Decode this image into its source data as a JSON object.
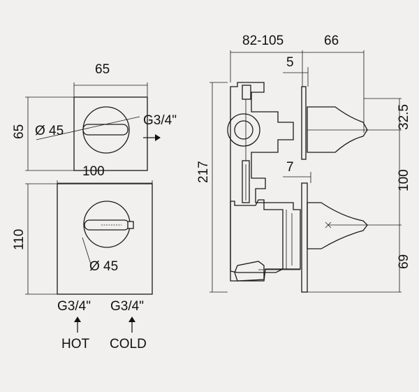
{
  "front_small": {
    "width": "65",
    "height": "65",
    "diameter": "Ø 45",
    "outlet": "G3/4\""
  },
  "front_large": {
    "width": "100",
    "height": "110",
    "diameter": "Ø 45"
  },
  "inlets": [
    {
      "thread": "G3/4\"",
      "label": "HOT"
    },
    {
      "thread": "G3/4\"",
      "label": "COLD"
    }
  ],
  "side": {
    "depth_range": "82-105",
    "handle_depth": "66",
    "plate_small": "5",
    "plate_large": "7",
    "total_height": "217",
    "top_offset": "32.5",
    "spacing": "100",
    "bottom_offset": "69"
  }
}
